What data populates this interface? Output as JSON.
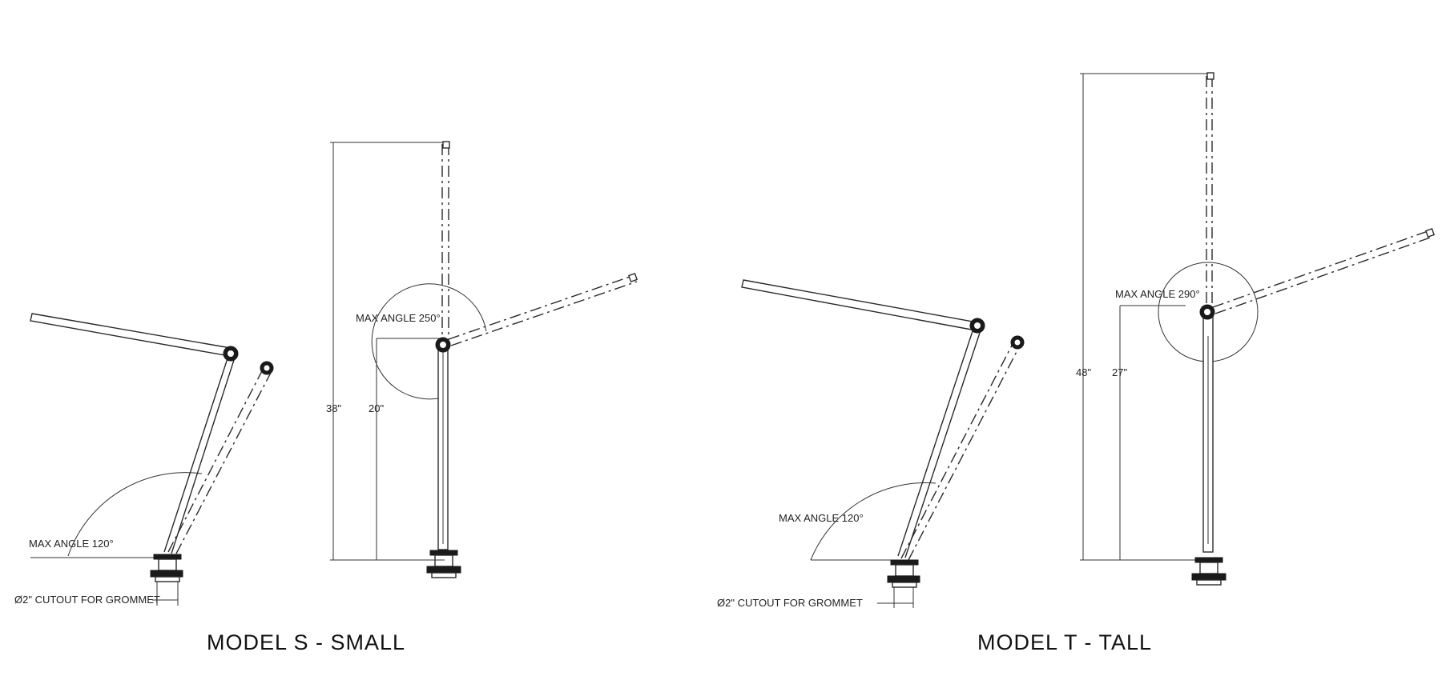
{
  "models": [
    {
      "title": "MODEL S - SMALL",
      "angle_left": "MAX ANGLE 120°",
      "cutout": "Ø2\" CUTOUT FOR GROMMET",
      "angle_right": "MAX ANGLE 250°",
      "height_total": "38\"",
      "height_joint": "20\""
    },
    {
      "title": "MODEL T - TALL",
      "angle_left": "MAX ANGLE 120°",
      "cutout": "Ø2\" CUTOUT FOR GROMMET",
      "angle_right": "MAX ANGLE 290°",
      "height_total": "48\"",
      "height_joint": "27\""
    }
  ]
}
